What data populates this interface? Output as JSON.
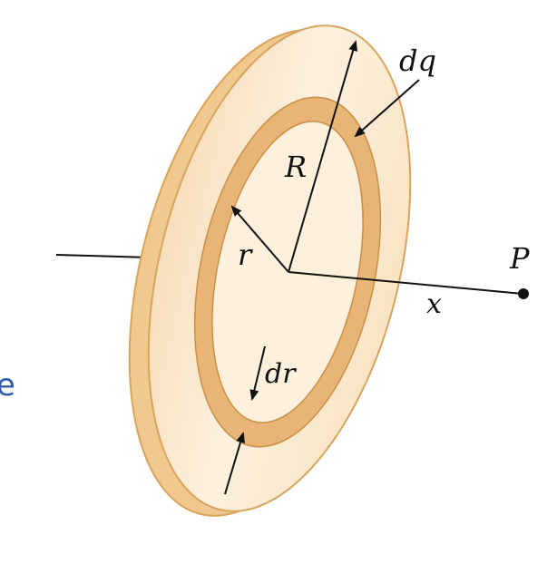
{
  "labels": {
    "charge_element": "dq",
    "disk_radius": "R",
    "ring_radius": "r",
    "point": "P",
    "distance": "x",
    "ring_width": "dr"
  },
  "edge_fragment": "e",
  "colors": {
    "disk_face": "#fbe9cf",
    "disk_edge": "#f0c98f",
    "disk_outline": "#d8a45c",
    "ring": "#e8b576",
    "ink": "#111111",
    "fragment": "#2f5da8"
  }
}
